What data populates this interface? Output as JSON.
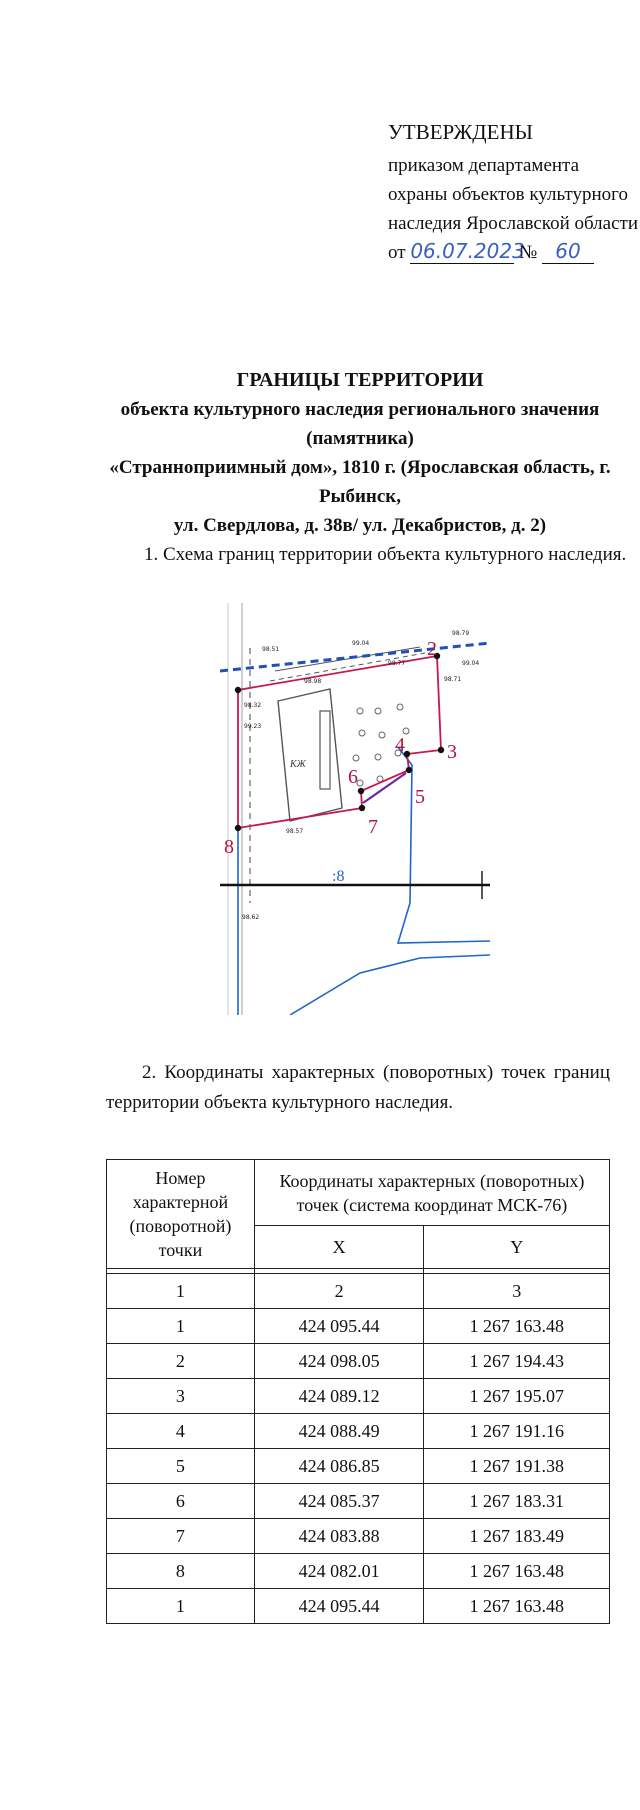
{
  "approval": {
    "heading": "УТВЕРЖДЕНЫ",
    "lines": [
      "приказом департамента",
      "охраны объектов культурного",
      "наследия Ярославской области"
    ],
    "date_prefix": "от",
    "date_value": "06.07.2023",
    "number_prefix": "№",
    "number_value": "60"
  },
  "title": {
    "line1": "ГРАНИЦЫ ТЕРРИТОРИИ",
    "line2": "объекта культурного наследия регионального значения (памятника)",
    "line3": "«Странноприимный дом», 1810 г. (Ярославская область, г. Рыбинск,",
    "line4": "ул. Свердлова, д. 38в/ ул. Декабристов, д. 2)"
  },
  "section1": "1. Схема границ территории объекта культурного наследия.",
  "section2": "2. Координаты характерных (поворотных) точек границ территории объекта культурного наследия.",
  "map": {
    "point_labels": [
      "2",
      "3",
      "4",
      "5",
      "6",
      "7",
      "8"
    ],
    "parcel_label": ":8",
    "building_label": "КЖ",
    "elevations": [
      "98.51",
      "99.04",
      "98.79",
      "98.77",
      "99.04",
      "98.71",
      "98.32",
      "98.98",
      "99.23",
      "98.57",
      "98.62"
    ],
    "colors": {
      "boundary": "#c8184a",
      "blue_dashed": "#1f4fb8",
      "cadastral": "#1e66c8",
      "purple": "#6a2a9c"
    }
  },
  "table": {
    "header_col1": "Номер характерной (поворотной) точки",
    "header_group": "Координаты характерных (поворотных) точек (система координат МСК-76)",
    "header_x": "X",
    "header_y": "Y",
    "numbering": [
      "1",
      "2",
      "3"
    ],
    "rows": [
      {
        "n": "1",
        "x": "424 095.44",
        "y": "1 267 163.48"
      },
      {
        "n": "2",
        "x": "424 098.05",
        "y": "1 267 194.43"
      },
      {
        "n": "3",
        "x": "424 089.12",
        "y": "1 267 195.07"
      },
      {
        "n": "4",
        "x": "424 088.49",
        "y": "1 267 191.16"
      },
      {
        "n": "5",
        "x": "424 086.85",
        "y": "1 267 191.38"
      },
      {
        "n": "6",
        "x": "424 085.37",
        "y": "1 267 183.31"
      },
      {
        "n": "7",
        "x": "424 083.88",
        "y": "1 267 183.49"
      },
      {
        "n": "8",
        "x": "424 082.01",
        "y": "1 267 163.48"
      },
      {
        "n": "1",
        "x": "424 095.44",
        "y": "1 267 163.48"
      }
    ]
  }
}
